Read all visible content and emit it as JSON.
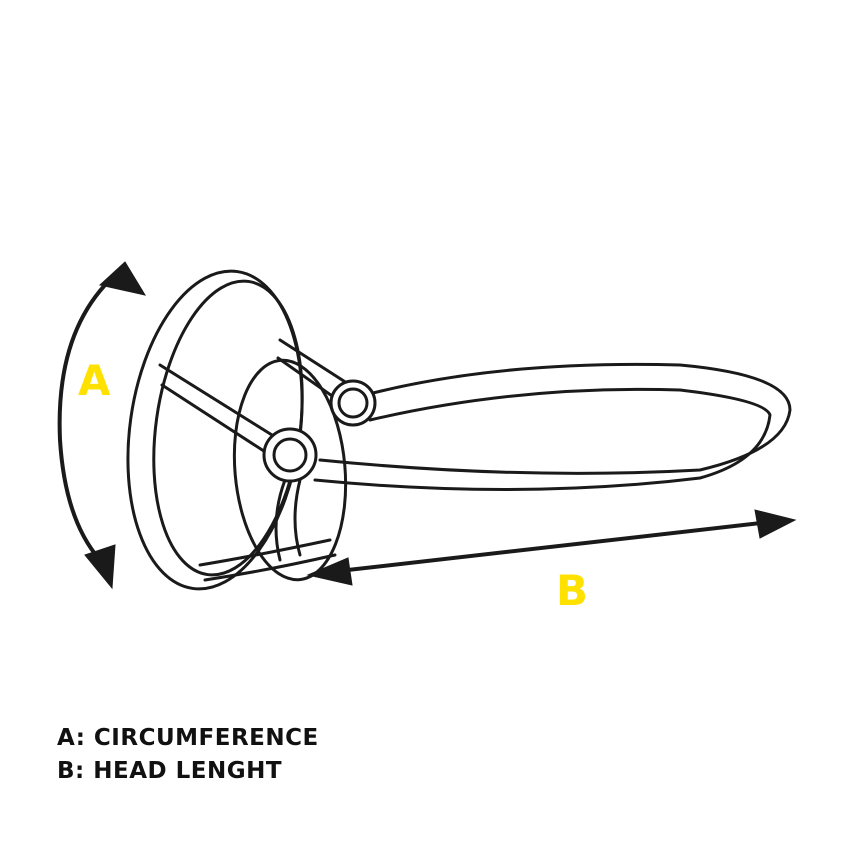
{
  "labels": {
    "a": "A",
    "b": "B"
  },
  "legend": {
    "line_a": "A: CIRCUMFERENCE",
    "line_b": "B: HEAD LENGHT"
  },
  "colors": {
    "accent": "#FFE100",
    "stroke": "#1a1a1a"
  }
}
